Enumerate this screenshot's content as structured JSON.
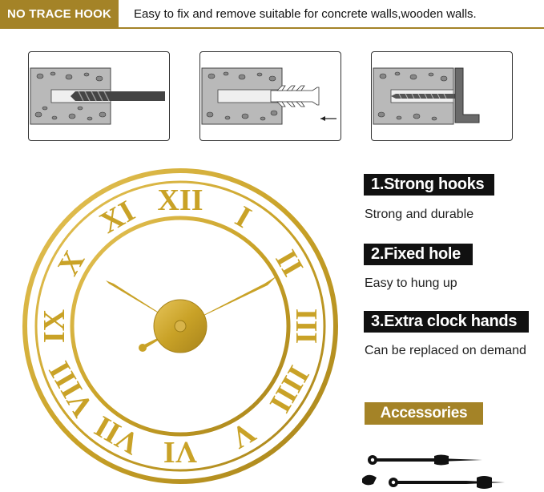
{
  "banner": {
    "tag": "NO TRACE HOOK",
    "text": "Easy to fix and remove suitable for concrete walls,wooden walls."
  },
  "install_steps": [
    {
      "icon": "drill-icon"
    },
    {
      "icon": "wall-anchor-icon"
    },
    {
      "icon": "hook-screw-icon"
    }
  ],
  "features": [
    {
      "title": "1.Strong hooks",
      "desc": "Strong and durable"
    },
    {
      "title": "2.Fixed hole",
      "desc": "Easy to hung up"
    },
    {
      "title": "3.Extra clock hands",
      "desc": "Can be replaced on demand"
    }
  ],
  "accessories": {
    "label": "Accessories"
  },
  "clock": {
    "numerals": [
      "XII",
      "I",
      "II",
      "III",
      "IIII",
      "V",
      "VI",
      "VII",
      "VIII",
      "IX",
      "X",
      "XI"
    ]
  },
  "colors": {
    "gold": "#c9a227",
    "gold_dark": "#a48327",
    "black": "#111111"
  }
}
